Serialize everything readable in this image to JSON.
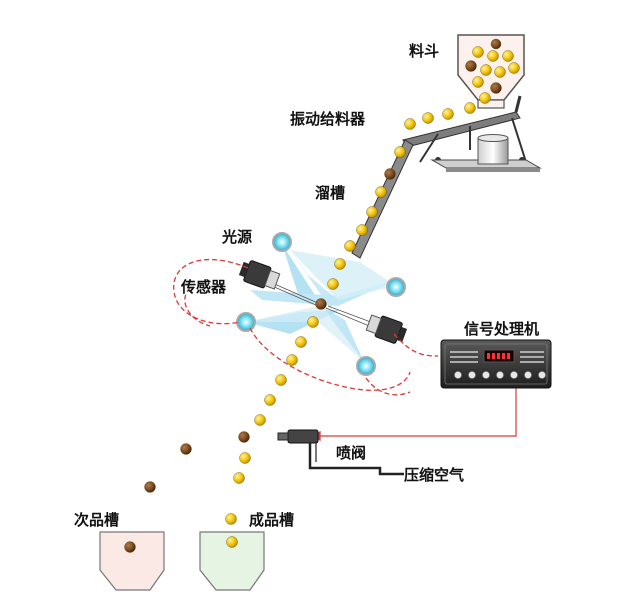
{
  "labels": {
    "hopper": "料斗",
    "feeder": "振动给料器",
    "chute": "溜槽",
    "light_source": "光源",
    "sensor": "传感器",
    "processor": "信号处理机",
    "valve": "喷阀",
    "air": "压缩空气",
    "reject_bin": "次品槽",
    "accept_bin": "成品槽"
  },
  "colors": {
    "good_grain": "#f2c200",
    "bad_grain": "#7a4a22",
    "signal_line": "#d83a3a",
    "light_beam": "#a8ddf0",
    "reject_bin_fill": "#fbe9e6",
    "accept_bin_fill": "#e6f4e4",
    "processor_body": "#3a3a3a",
    "processor_display": "#e02020"
  },
  "icons": [
    "hopper-icon",
    "vibratory-feeder-icon",
    "chute-icon",
    "light-source-icon",
    "sensor-camera-icon",
    "signal-processor-icon",
    "ejector-valve-icon",
    "air-hose-icon",
    "bin-icon"
  ]
}
